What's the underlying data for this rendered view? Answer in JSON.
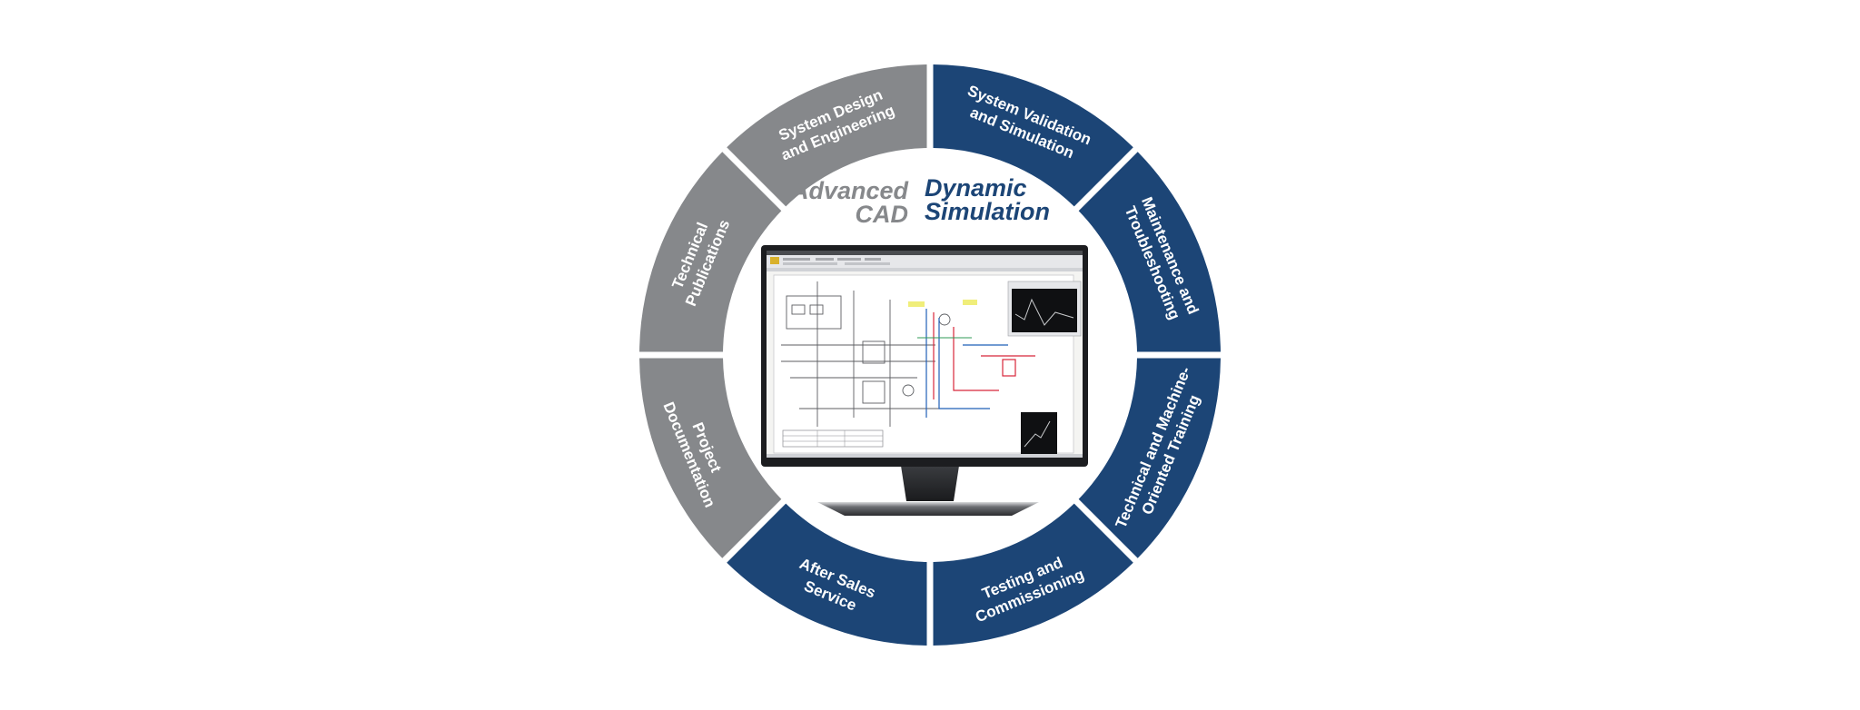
{
  "center": {
    "left_title": [
      "Advanced",
      "CAD"
    ],
    "right_title": [
      "Dynamic",
      "Simulation"
    ]
  },
  "segments": [
    {
      "id": "system-validation",
      "lines": [
        "System Validation",
        "and Simulation"
      ],
      "color": "#1c4576"
    },
    {
      "id": "maintenance",
      "lines": [
        "Maintenance and",
        "Troubleshooting"
      ],
      "color": "#1c4576"
    },
    {
      "id": "training",
      "lines": [
        "Technical and Machine-",
        "Oriented Training"
      ],
      "color": "#1c4576"
    },
    {
      "id": "testing",
      "lines": [
        "Testing and",
        "Commissioning"
      ],
      "color": "#1c4576"
    },
    {
      "id": "after-sales",
      "lines": [
        "After Sales",
        "Service"
      ],
      "color": "#1c4576"
    },
    {
      "id": "project-documentation",
      "lines": [
        "Project",
        "Documentation"
      ],
      "color": "#86888b"
    },
    {
      "id": "technical-publications",
      "lines": [
        "Technical",
        "Publications"
      ],
      "color": "#86888b"
    },
    {
      "id": "system-design",
      "lines": [
        "System Design",
        "and Engineering"
      ],
      "color": "#86888b"
    }
  ],
  "colors": {
    "navy": "#1c4576",
    "gray": "#86888b",
    "background": "#ffffff"
  }
}
